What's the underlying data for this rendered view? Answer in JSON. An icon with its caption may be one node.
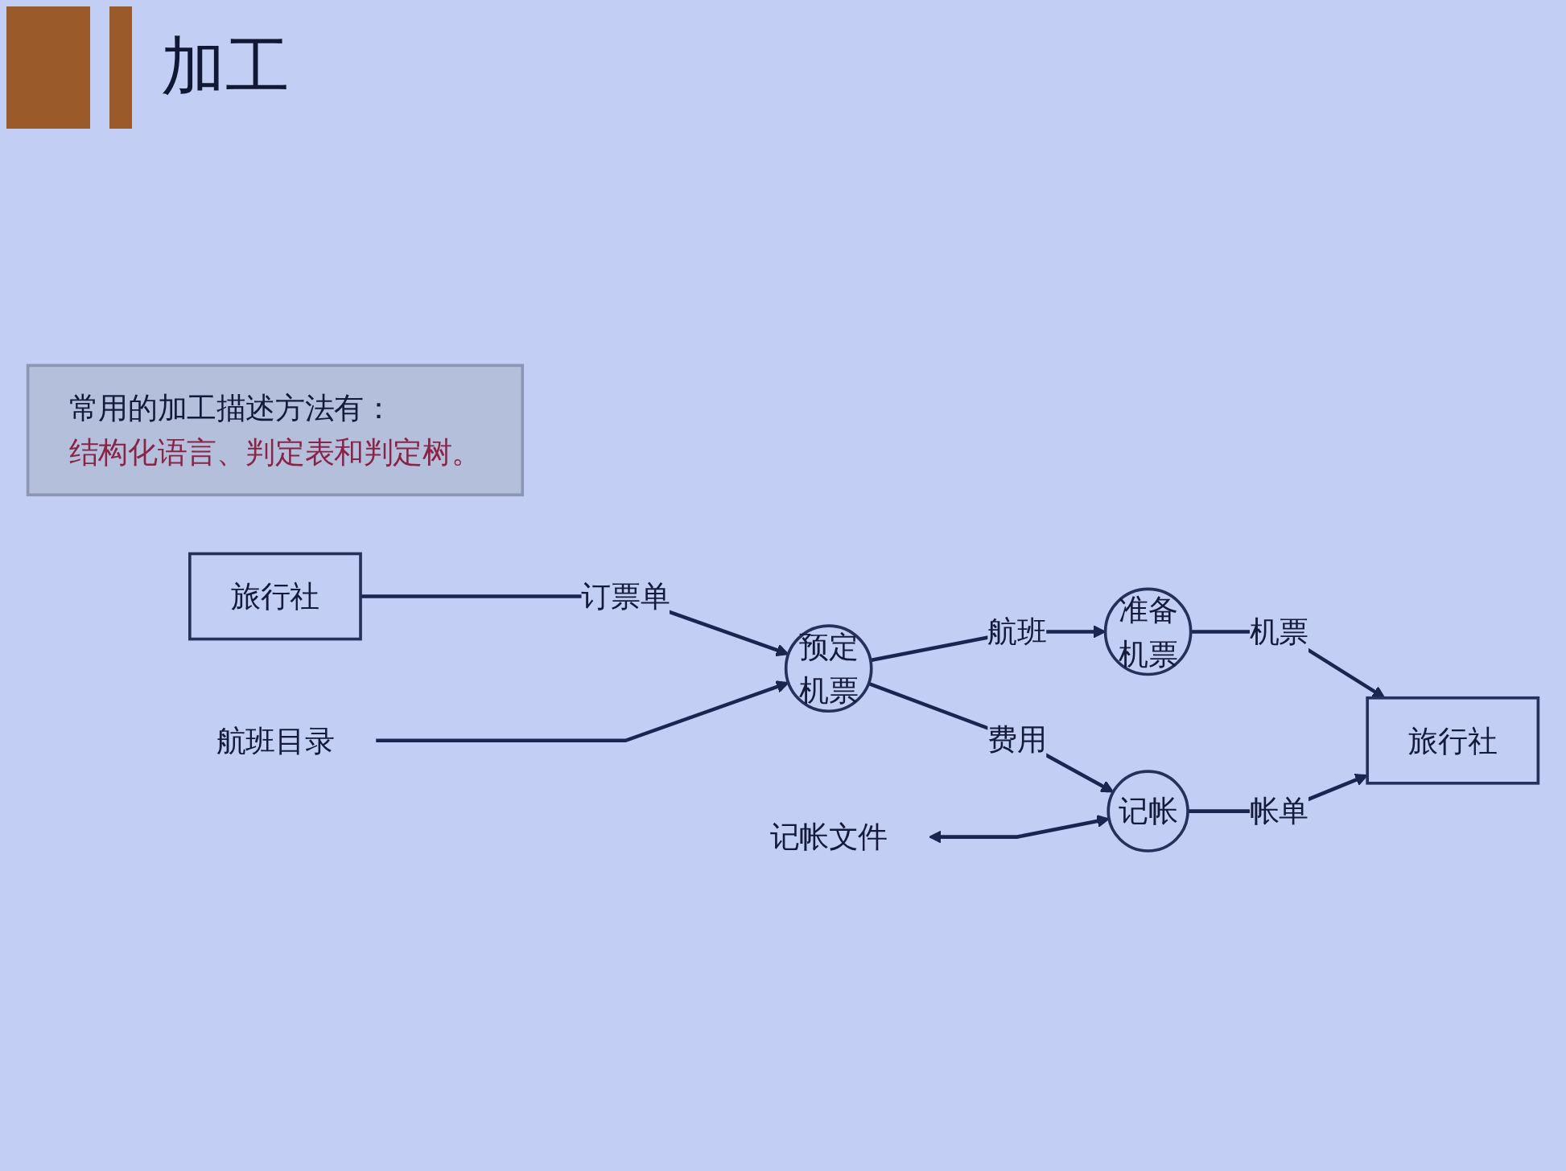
{
  "diagram": {
    "title": "加工",
    "nodes": [
      {
        "text": [
          "常用的加工描述方法有：",
          "结构化语言、判定表和判定树。"
        ]
      },
      {
        "text": [
          "旅行社"
        ]
      },
      {
        "text": [
          "预定机票"
        ]
      },
      {
        "text": [
          "准备机票"
        ]
      },
      {
        "text": [
          "航班目录"
        ]
      },
      {
        "text": [
          "记帐"
        ]
      },
      {
        "text": [
          "旅行社"
        ]
      },
      {
        "text": [
          "记帐文件"
        ]
      }
    ],
    "edges": [
      {
        "from": 1,
        "to": 2,
        "arrow": "to",
        "label": "订票单"
      },
      {
        "from": 2,
        "to": 3,
        "arrow": "to",
        "label": "航班"
      },
      {
        "from": 4,
        "to": 2,
        "arrow": "to"
      },
      {
        "from": 2,
        "to": 5,
        "arrow": "to",
        "label": "费用"
      },
      {
        "from": 3,
        "to": 6,
        "arrow": "to",
        "label": "机票"
      },
      {
        "from": 5,
        "to": 6,
        "arrow": "to",
        "label": "帐单"
      },
      {
        "from": 7,
        "to": 5,
        "arrow": "both"
      }
    ]
  }
}
